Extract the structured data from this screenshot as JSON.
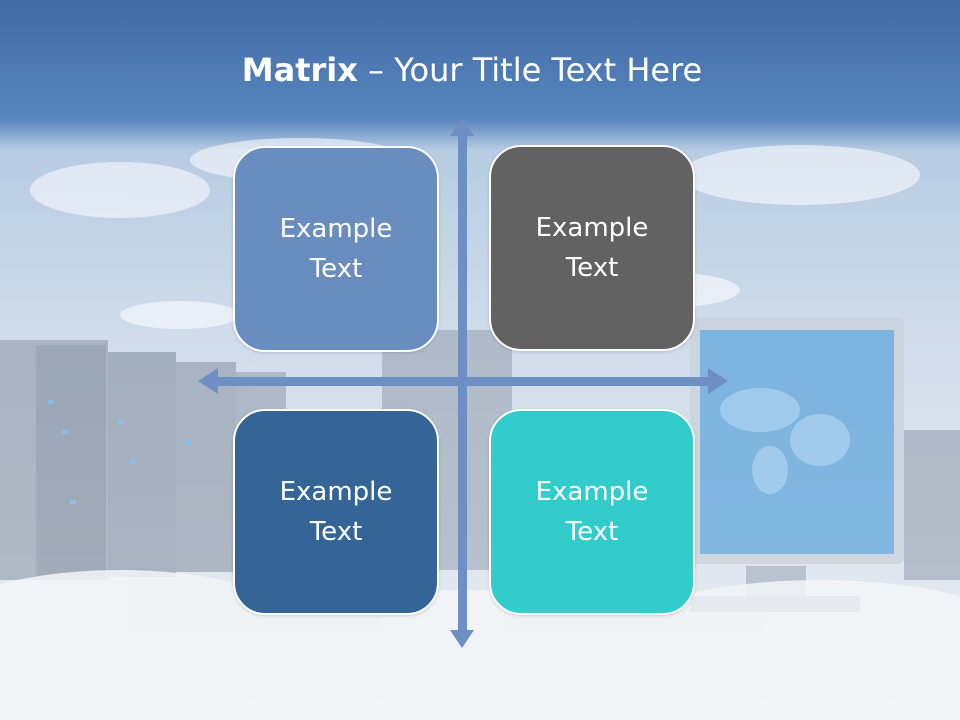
{
  "title": {
    "bold": "Matrix",
    "rest": " – Your Title Text Here"
  },
  "quadrants": [
    {
      "label": "Example\nText",
      "color": "#6a8dc0"
    },
    {
      "label": "Example\nText",
      "color": "#626262"
    },
    {
      "label": "Example\nText",
      "color": "#356596"
    },
    {
      "label": "Example\nText",
      "color": "#33cccc"
    }
  ],
  "colors": {
    "axis": "#6d8fc3",
    "banner": "#4a74ae"
  }
}
